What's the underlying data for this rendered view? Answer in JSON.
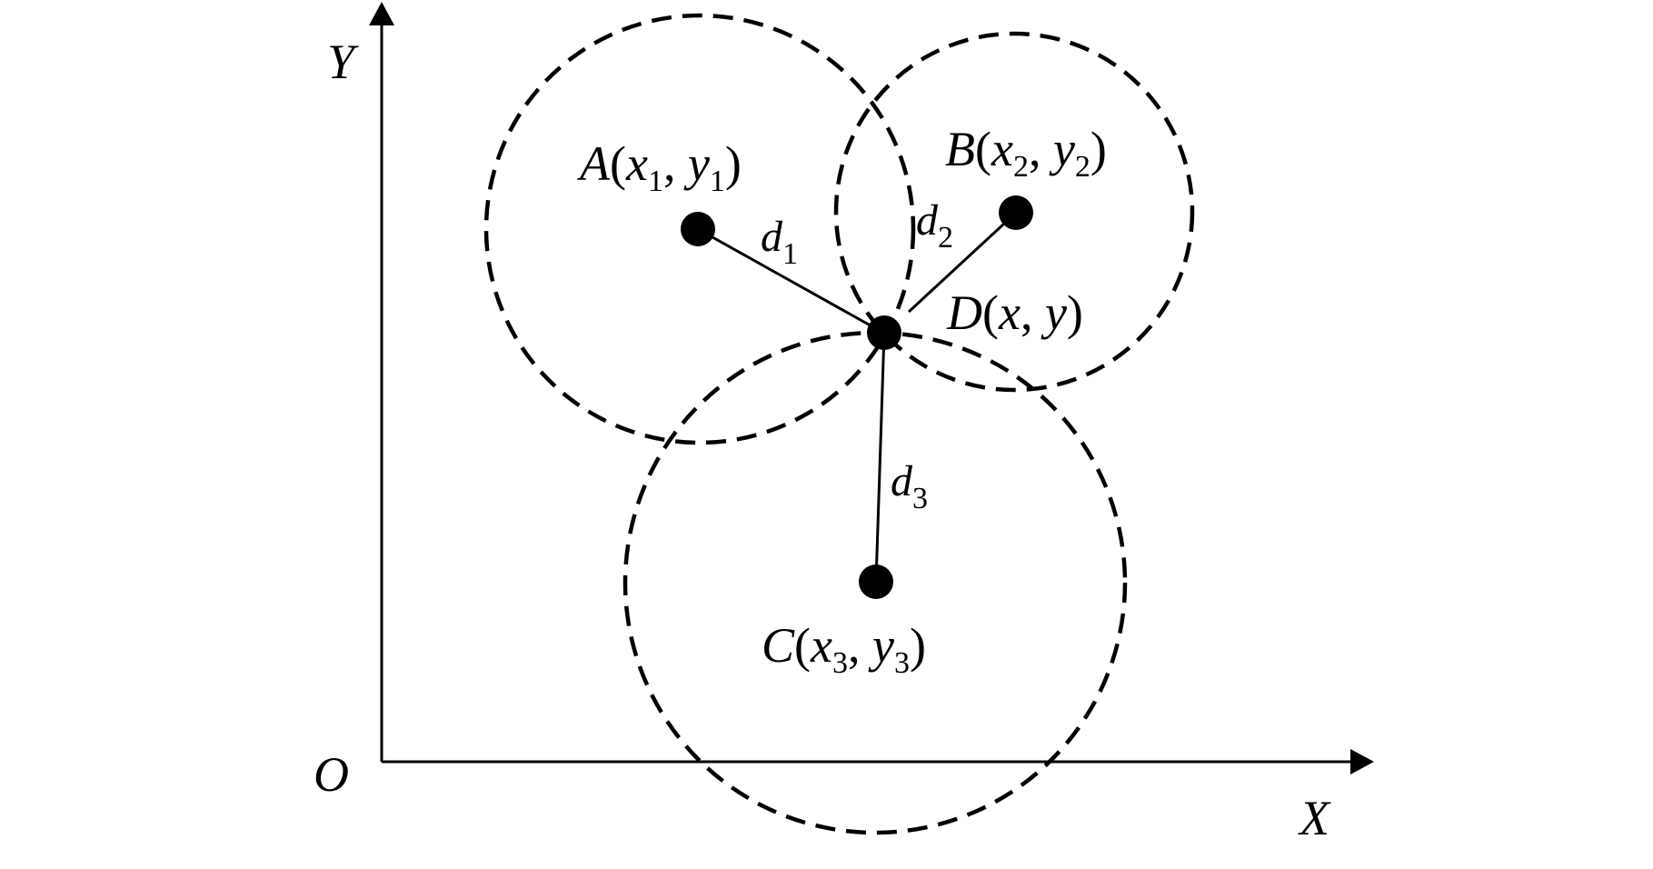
{
  "axes": {
    "origin": "O",
    "x": "X",
    "y": "Y"
  },
  "points": {
    "A": {
      "name": "A",
      "x": "x",
      "xs": "1",
      "y": "y",
      "ys": "1"
    },
    "B": {
      "name": "B",
      "x": "x",
      "xs": "2",
      "y": "y",
      "ys": "2"
    },
    "C": {
      "name": "C",
      "x": "x",
      "xs": "3",
      "y": "y",
      "ys": "3"
    },
    "D": {
      "name": "D",
      "x": "x",
      "y": "y"
    }
  },
  "distances": {
    "d1": {
      "base": "d",
      "sub": "1"
    },
    "d2": {
      "base": "d",
      "sub": "2"
    },
    "d3": {
      "base": "d",
      "sub": "3"
    }
  },
  "colors": {
    "ink": "#000000",
    "background": "#ffffff"
  }
}
